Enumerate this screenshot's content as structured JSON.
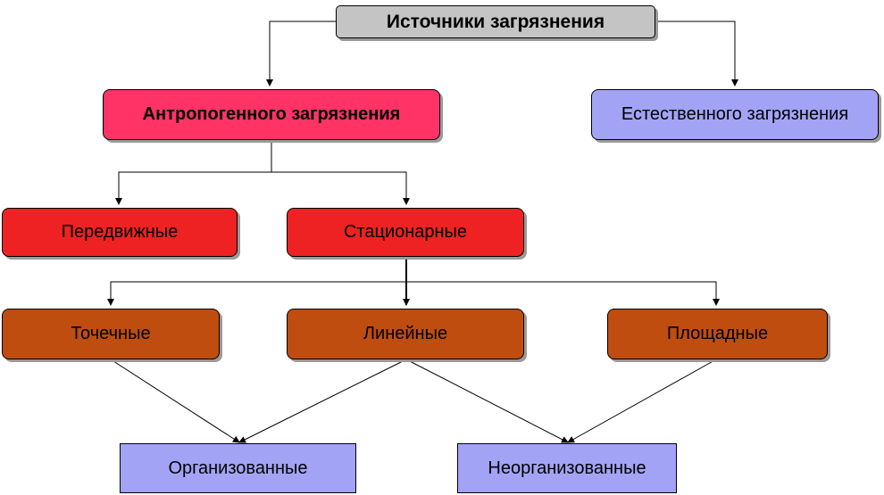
{
  "colors": {
    "root": "#c4c4c4",
    "anthropogenic": "#ff3366",
    "natural": "#a3a3f5",
    "mobility": "#ee2222",
    "geometry": "#bf4d10",
    "organization": "#a3a3f5"
  },
  "nodes": {
    "root": "Источники загрязнения",
    "anthropogenic": "Антропогенного загрязнения",
    "natural": "Естественного загрязнения",
    "mobile": "Передвижные",
    "stationary": "Стационарные",
    "point": "Точечные",
    "linear": "Линейные",
    "area": "Площадные",
    "organized": "Организованные",
    "unorganized": "Неорганизованные"
  }
}
